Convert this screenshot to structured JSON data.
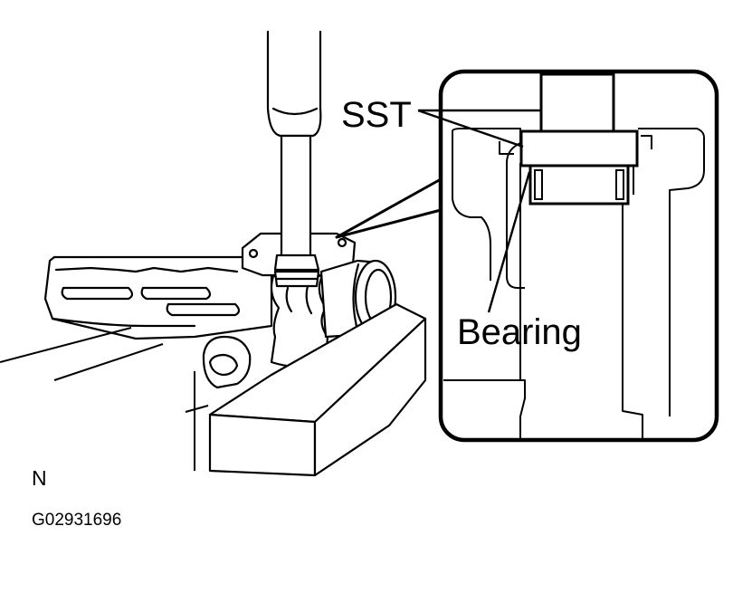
{
  "diagram": {
    "callouts": {
      "sst": "SST",
      "bearing": "Bearing"
    },
    "view_code": "N",
    "figure_id": "G02931696"
  },
  "colors": {
    "ink": "#000000",
    "paper": "#ffffff"
  }
}
